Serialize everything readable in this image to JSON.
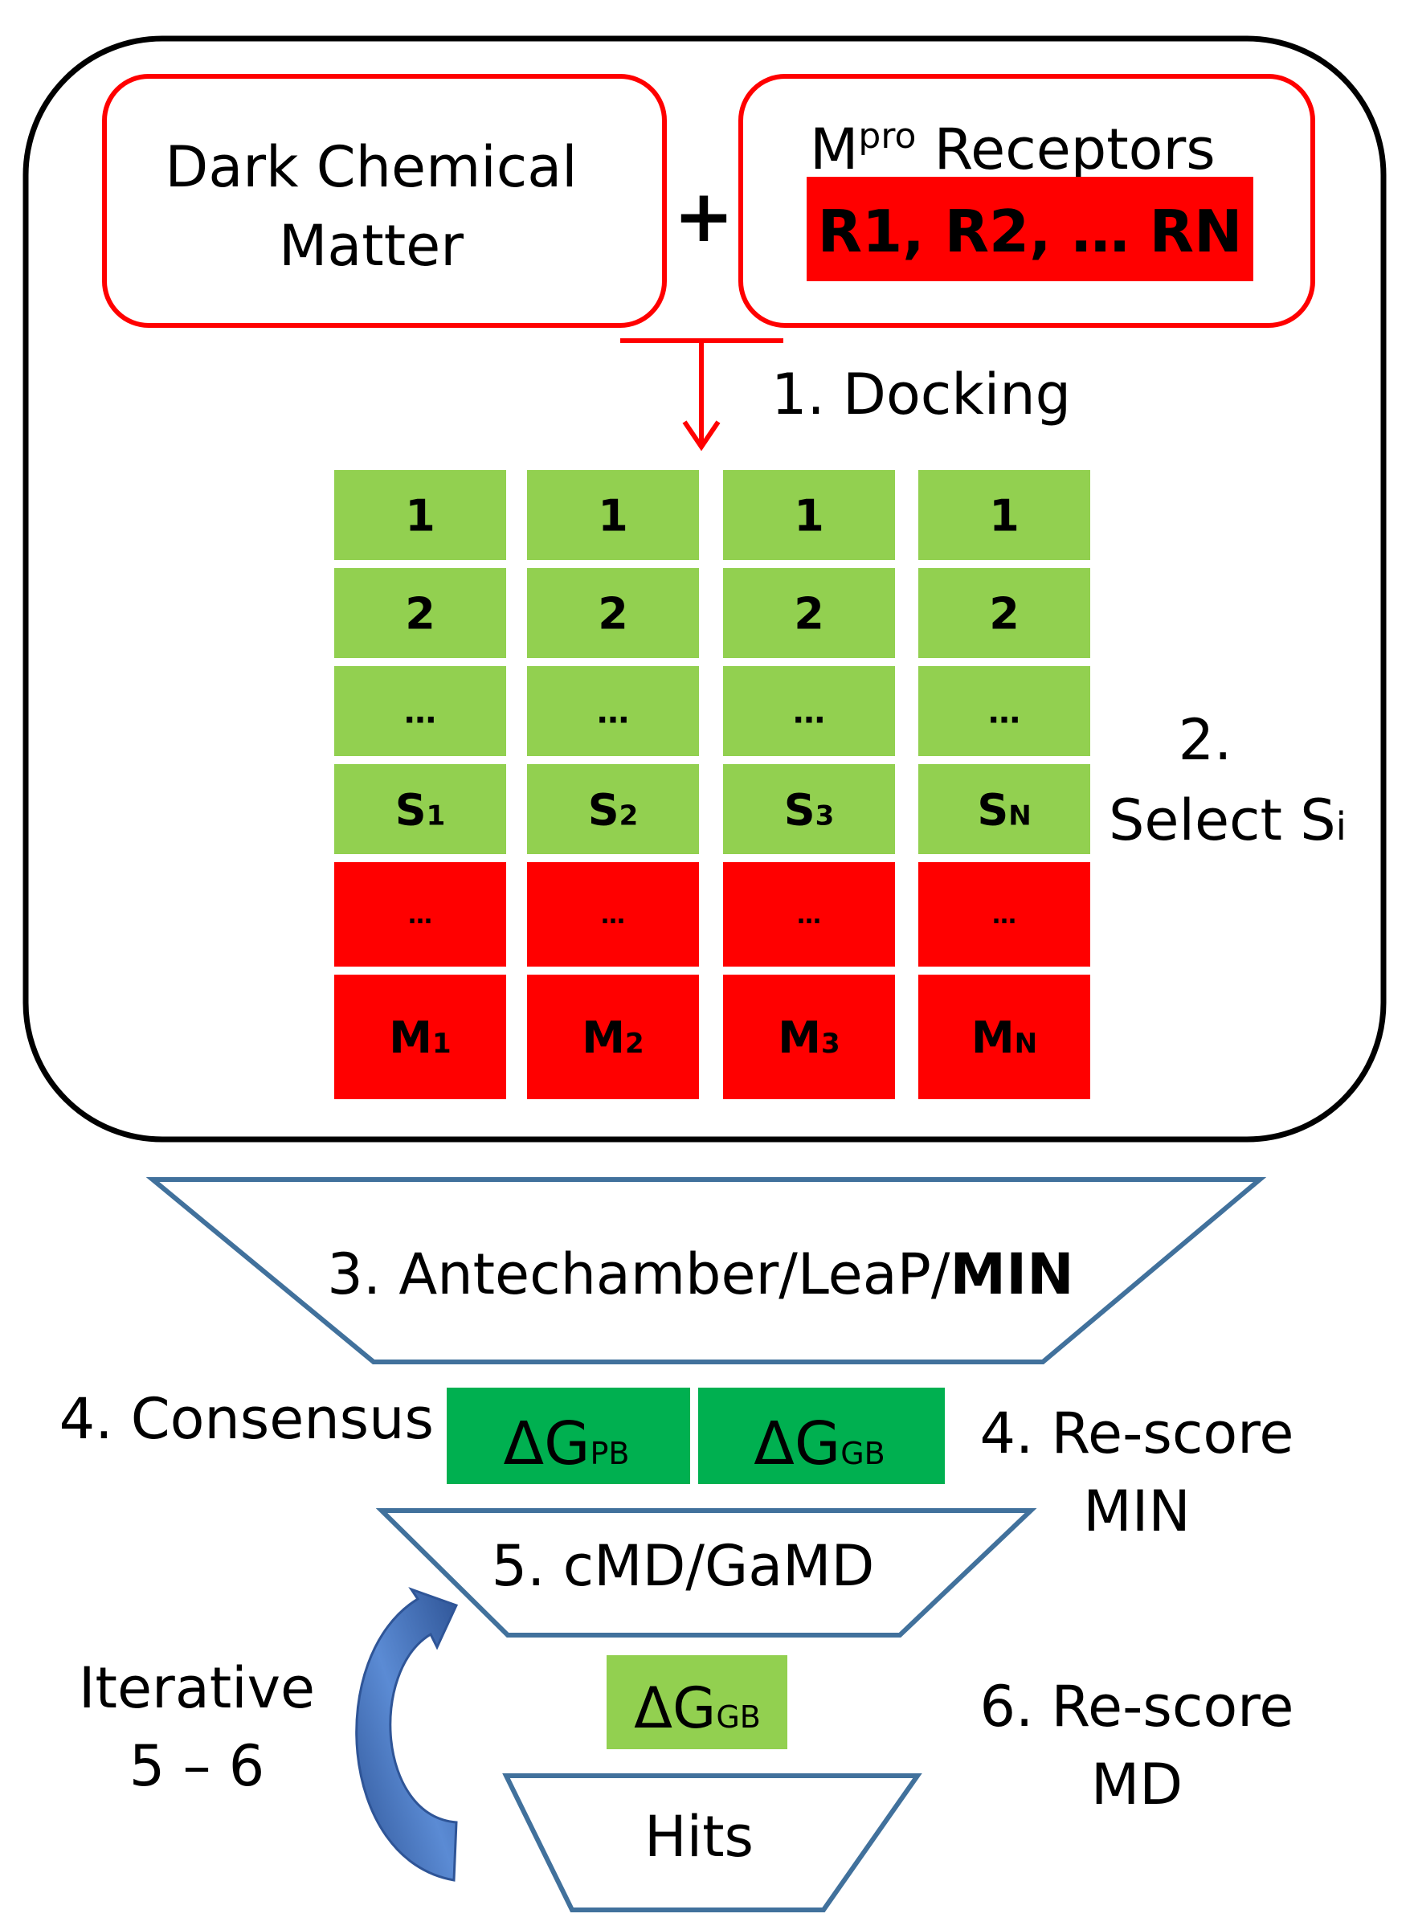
{
  "top_left_box": {
    "line1": "Dark Chemical",
    "line2": "Matter"
  },
  "plus_sign": "+",
  "receptors": {
    "title_main": "M",
    "title_sup": "pro",
    "title_rest": " Receptors",
    "list_text": "R1, R2, … RN"
  },
  "step1": "1. Docking",
  "step2": {
    "line1": "2.",
    "line2": "Select S",
    "line2_sub": "i"
  },
  "grid": {
    "columns": [
      {
        "row1": "1",
        "row2": "2",
        "row3": "…",
        "select_main": "S",
        "select_sub": "1",
        "row5": "…",
        "last_main": "M",
        "last_sub": "1"
      },
      {
        "row1": "1",
        "row2": "2",
        "row3": "…",
        "select_main": "S",
        "select_sub": "2",
        "row5": "…",
        "last_main": "M",
        "last_sub": "2"
      },
      {
        "row1": "1",
        "row2": "2",
        "row3": "…",
        "select_main": "S",
        "select_sub": "3",
        "row5": "…",
        "last_main": "M",
        "last_sub": "3"
      },
      {
        "row1": "1",
        "row2": "2",
        "row3": "…",
        "select_main": "S",
        "select_sub": "N",
        "row5": "…",
        "last_main": "M",
        "last_sub": "N"
      }
    ]
  },
  "step3": {
    "text": "3. Antechamber/LeaP/",
    "bold": "MIN"
  },
  "step4_left": "4. Consensus",
  "dg_pb": {
    "main": "ΔG",
    "sub": "PB"
  },
  "dg_gb": {
    "main": "ΔG",
    "sub": "GB"
  },
  "step4_right": {
    "line1": "4. Re-score",
    "line2": "MIN"
  },
  "step5": "5. cMD/GaMD",
  "iterative": {
    "line1": "Iterative",
    "line2": "5 – 6"
  },
  "dg_gb2": {
    "main": "ΔG",
    "sub": "GB"
  },
  "step6": {
    "line1": "6. Re-score",
    "line2": "MD"
  },
  "hits": "Hits",
  "colors": {
    "red": "#ff0000",
    "green_light": "#92d050",
    "green_dark": "#00b050",
    "funnel_stroke": "#41719c",
    "arrow_blue": "#4472c4"
  }
}
